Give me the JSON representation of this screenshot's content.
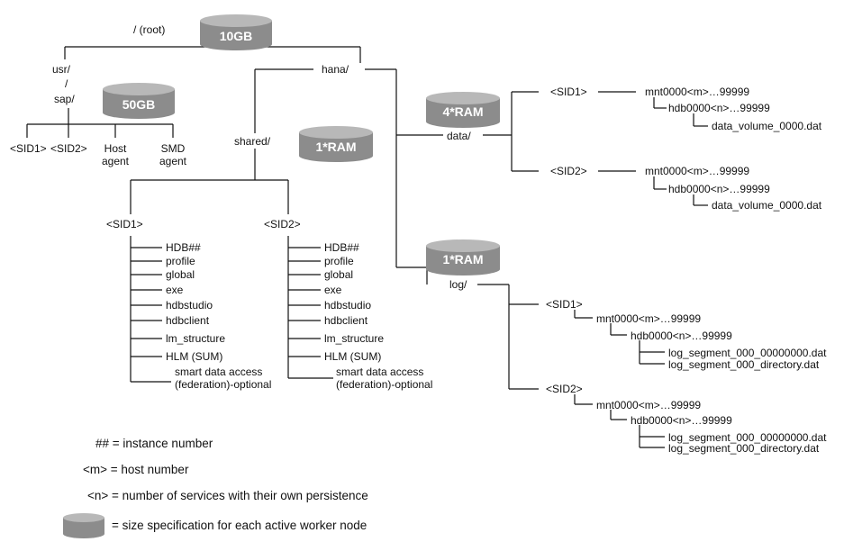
{
  "colors": {
    "line": "#111111",
    "cylinder": "#8c8c8c",
    "cylinder_top": "#b8b8b8"
  },
  "tree": {
    "root": "/ (root)",
    "usr": "usr/",
    "slash": "/",
    "sap": "sap/",
    "sap_children": [
      "<SID1>",
      "<SID2>",
      "Host\nagent",
      "SMD\nagent"
    ],
    "hana": "hana/",
    "shared": "shared/",
    "shared_sid1": "<SID1>",
    "shared_sid2": "<SID2>",
    "sid_items": [
      "HDB##",
      "profile",
      "global",
      "exe",
      "hdbstudio",
      "hdbclient",
      "lm_structure",
      "HLM (SUM)",
      "smart data access\n(federation)-optional"
    ],
    "data": "data/",
    "log": "log/",
    "data_sid1": "<SID1>",
    "data_sid2": "<SID2>",
    "log_sid1": "<SID1>",
    "log_sid2": "<SID2>",
    "mnt": "mnt0000<m>…99999",
    "hdb": "hdb0000<n>…99999",
    "data_file": "data_volume_0000.dat",
    "log_file1": "log_segment_000_00000000.dat",
    "log_file2": "log_segment_000_directory.dat"
  },
  "sizes": {
    "root": "10GB",
    "sap": "50GB",
    "shared": "1*RAM",
    "data": "4*RAM",
    "log": "1*RAM"
  },
  "legend": {
    "instance": "## = instance number",
    "host": "<m> = host number",
    "services": "<n> = number of services with their own persistence",
    "size": "= size specification for each active worker node"
  }
}
